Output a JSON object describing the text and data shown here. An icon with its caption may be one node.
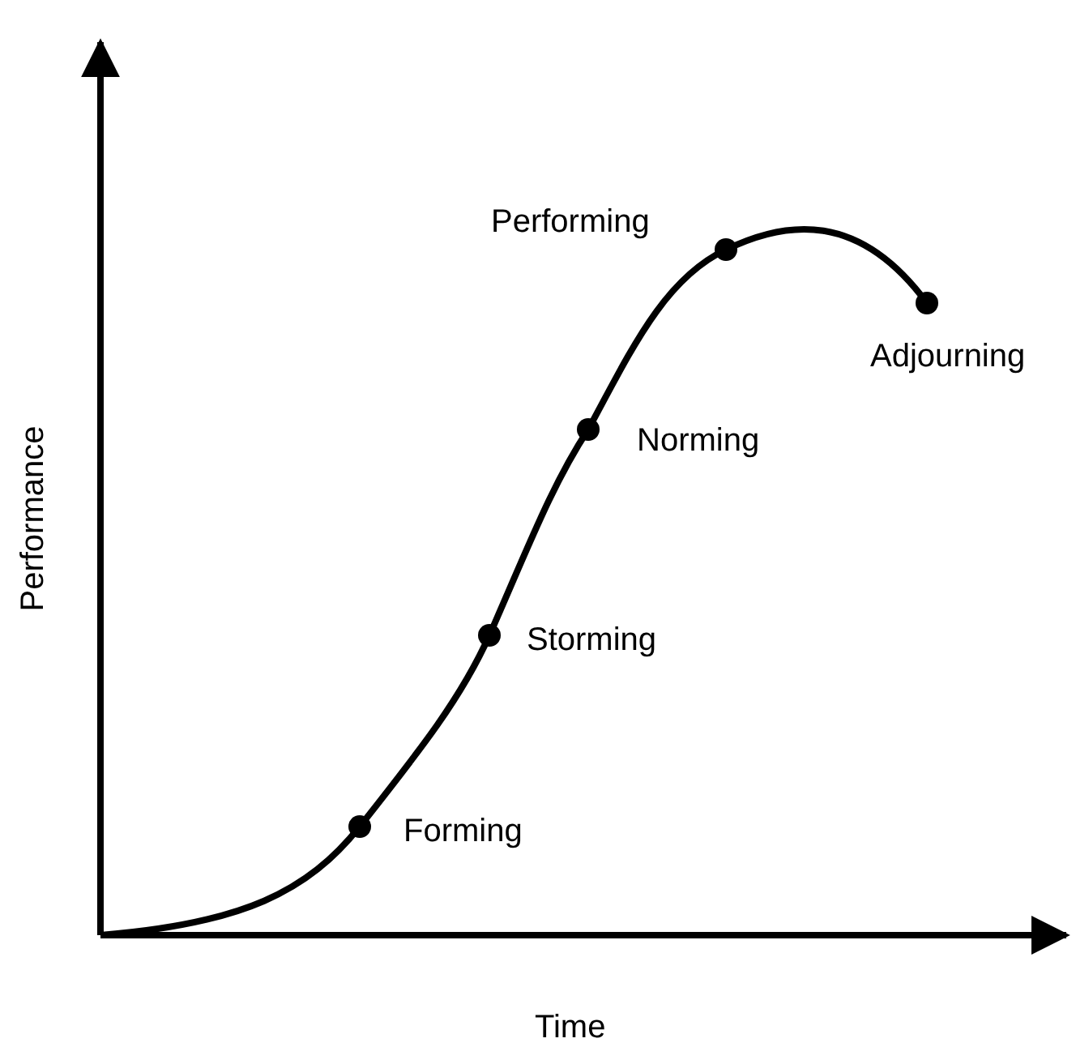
{
  "diagram": {
    "labels": [
      "Performing",
      "Adjourning",
      "Norming",
      "Performance",
      "Storming",
      "Forming",
      "Time"
    ]
  }
}
